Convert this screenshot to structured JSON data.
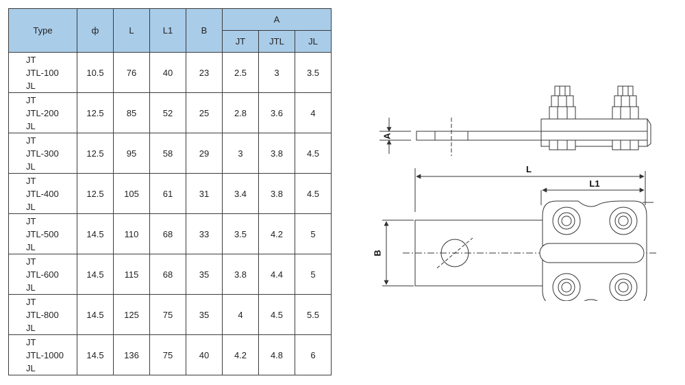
{
  "table": {
    "headers": {
      "type": "Type",
      "phi": "ф",
      "L": "L",
      "L1": "L1",
      "B": "B",
      "A": "A",
      "A_sub": [
        "JT",
        "JTL",
        "JL"
      ]
    },
    "rows": [
      {
        "type": [
          "JT",
          "JTL-100",
          "JL"
        ],
        "phi": "10.5",
        "L": "76",
        "L1": "40",
        "B": "23",
        "JT": "2.5",
        "JTL": "3",
        "JL": "3.5"
      },
      {
        "type": [
          "JT",
          "JTL-200",
          "JL"
        ],
        "phi": "12.5",
        "L": "85",
        "L1": "52",
        "B": "25",
        "JT": "2.8",
        "JTL": "3.6",
        "JL": "4"
      },
      {
        "type": [
          "JT",
          "JTL-300",
          "JL"
        ],
        "phi": "12.5",
        "L": "95",
        "L1": "58",
        "B": "29",
        "JT": "3",
        "JTL": "3.8",
        "JL": "4.5"
      },
      {
        "type": [
          "JT",
          "JTL-400",
          "JL"
        ],
        "phi": "12.5",
        "L": "105",
        "L1": "61",
        "B": "31",
        "JT": "3.4",
        "JTL": "3.8",
        "JL": "4.5"
      },
      {
        "type": [
          "JT",
          "JTL-500",
          "JL"
        ],
        "phi": "14.5",
        "L": "110",
        "L1": "68",
        "B": "33",
        "JT": "3.5",
        "JTL": "4.2",
        "JL": "5"
      },
      {
        "type": [
          "JT",
          "JTL-600",
          "JL"
        ],
        "phi": "14.5",
        "L": "115",
        "L1": "68",
        "B": "35",
        "JT": "3.8",
        "JTL": "4.4",
        "JL": "5"
      },
      {
        "type": [
          "JT",
          "JTL-800",
          "JL"
        ],
        "phi": "14.5",
        "L": "125",
        "L1": "75",
        "B": "35",
        "JT": "4",
        "JTL": "4.5",
        "JL": "5.5"
      },
      {
        "type": [
          "JT",
          "JTL-1000",
          "JL"
        ],
        "phi": "14.5",
        "L": "136",
        "L1": "75",
        "B": "40",
        "JT": "4.2",
        "JTL": "4.8",
        "JL": "6"
      }
    ]
  },
  "drawing": {
    "labels": {
      "A": "A",
      "L": "L",
      "L1": "L1",
      "B": "B"
    }
  },
  "colors": {
    "header_bg": "#a9cce8",
    "border": "#3a3a3a",
    "line": "#333333"
  }
}
